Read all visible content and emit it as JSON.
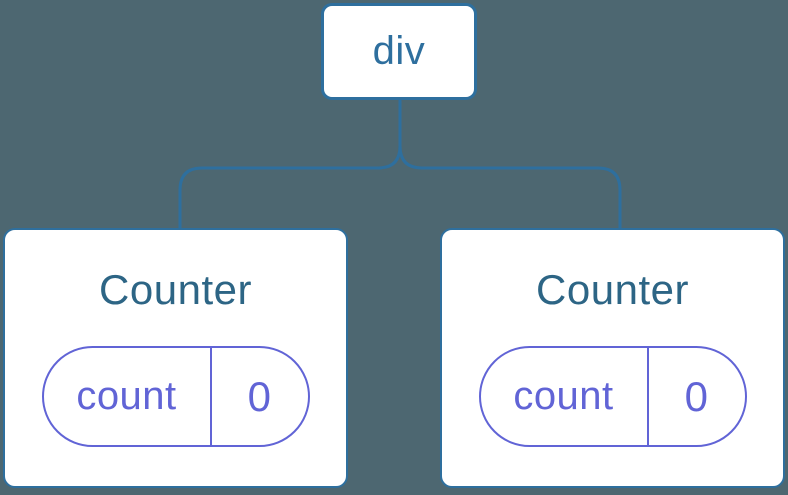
{
  "diagram": {
    "kind": "component-tree",
    "tree": {
      "root": {
        "label": "div"
      },
      "children": [
        {
          "label": "Counter",
          "state": {
            "key": "count",
            "value": "0"
          }
        },
        {
          "label": "Counter",
          "state": {
            "key": "count",
            "value": "0"
          }
        }
      ]
    },
    "colors": {
      "background": "#4D6771",
      "connector_blue": "#2E6F9E",
      "node_fill": "#FFFFFF",
      "root_label_blue": "#2E6F9E",
      "counter_title_blue": "#2D6585",
      "state_purple": "#6164D6"
    }
  }
}
